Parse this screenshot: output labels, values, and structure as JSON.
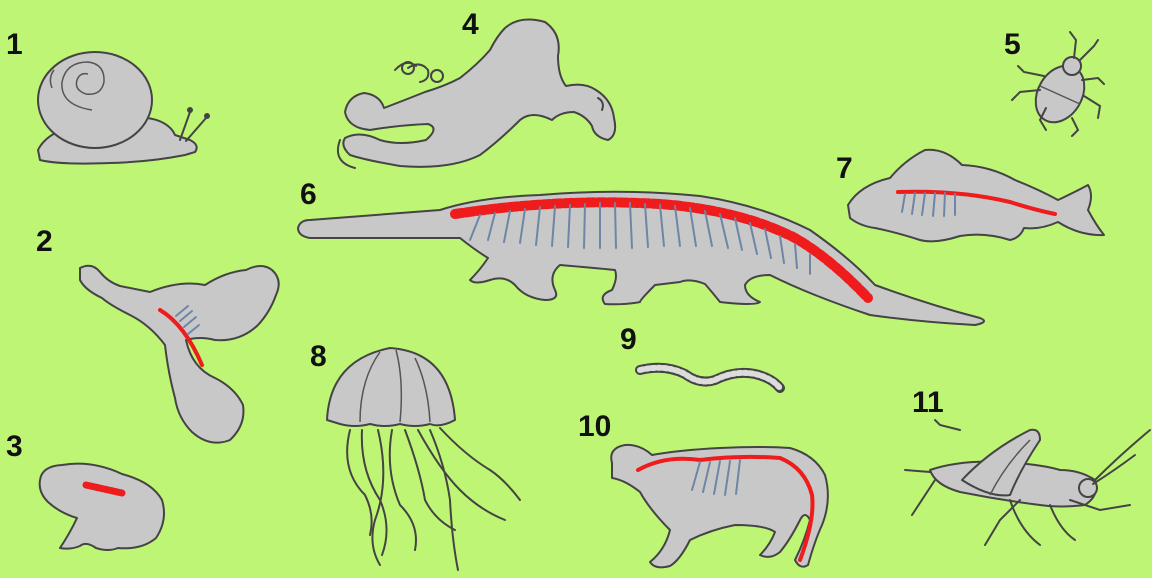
{
  "colors": {
    "background": "#bff574",
    "silhouette": "#c8c8c8",
    "outline": "#444444",
    "spine": "#ee1c1c",
    "ribs": "#6f85a6"
  },
  "animals": [
    {
      "number": "1",
      "icon": "snail"
    },
    {
      "number": "2",
      "icon": "bird"
    },
    {
      "number": "3",
      "icon": "frog"
    },
    {
      "number": "4",
      "icon": "octopus"
    },
    {
      "number": "5",
      "icon": "beetle"
    },
    {
      "number": "6",
      "icon": "crocodile"
    },
    {
      "number": "7",
      "icon": "fish"
    },
    {
      "number": "8",
      "icon": "jellyfish"
    },
    {
      "number": "9",
      "icon": "worm"
    },
    {
      "number": "10",
      "icon": "cat"
    },
    {
      "number": "11",
      "icon": "grasshopper"
    }
  ]
}
